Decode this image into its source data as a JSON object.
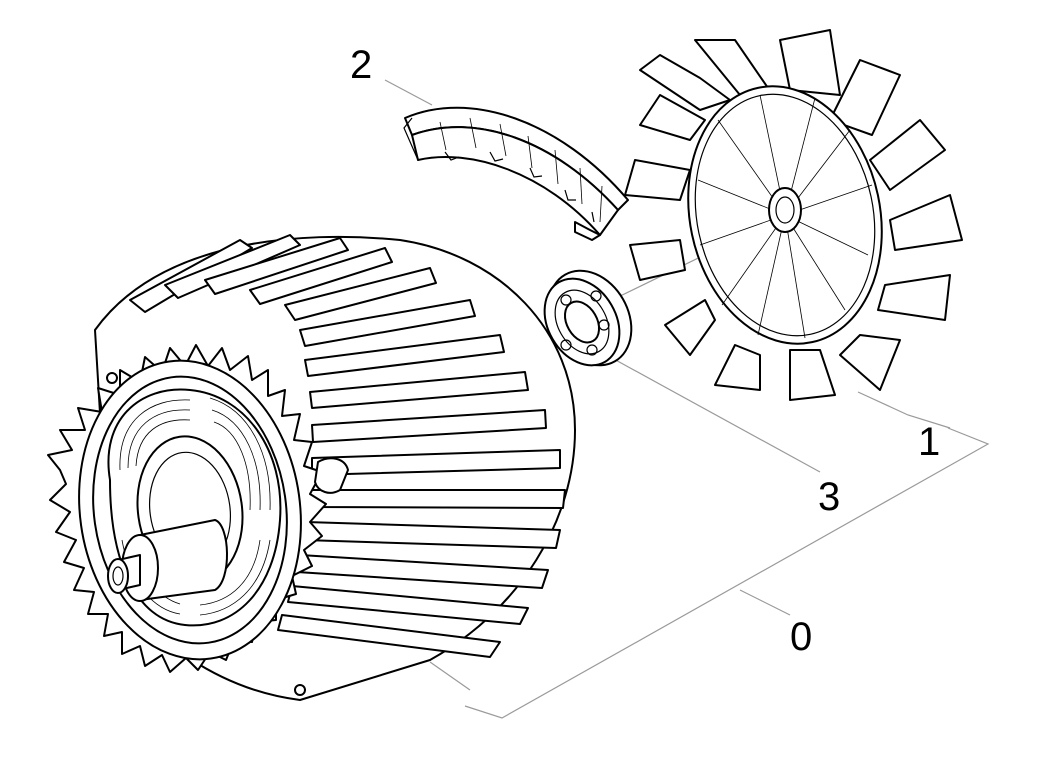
{
  "diagram": {
    "colors": {
      "line": "#000000",
      "leader": "#9a9a9a",
      "background": "#ffffff"
    },
    "callouts": [
      {
        "id": "0",
        "label": "0"
      },
      {
        "id": "1",
        "label": "1"
      },
      {
        "id": "2",
        "label": "2"
      },
      {
        "id": "3",
        "label": "3"
      }
    ],
    "parts": [
      {
        "label": "0",
        "icon": "motor-rotor-housing-icon"
      },
      {
        "label": "1",
        "icon": "cooling-fan-icon"
      },
      {
        "label": "2",
        "icon": "carbon-brush-segment-icon"
      },
      {
        "label": "3",
        "icon": "ball-bearing-icon"
      }
    ]
  }
}
